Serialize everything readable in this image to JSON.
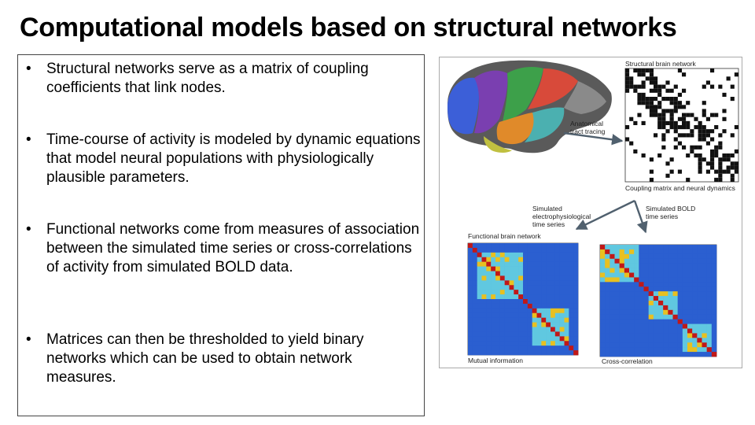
{
  "slide": {
    "title": "Computational models based on structural networks",
    "bullets": [
      "Structural networks serve as a matrix of coupling coefficients that link nodes.",
      "Time-course of activity is modeled by dynamic equations that model neural populations with physiologically plausible parameters.",
      "Functional networks come from measures of association between the simulated time series or cross-correlations of activity from simulated BOLD data.",
      "Matrices can then be thresholded to yield binary networks which can be used to obtain network measures."
    ]
  },
  "figure": {
    "structural_title": "Structural brain network",
    "anatomical_line1": "Anatomical",
    "anatomical_line2": "tract tracing",
    "coupling_caption": "Coupling matrix and neural dynamics",
    "sim_electro_line1": "Simulated",
    "sim_electro_line2": "electrophysiological",
    "sim_electro_line3": "time series",
    "sim_bold_line1": "Simulated BOLD",
    "sim_bold_line2": "time series",
    "functional_title": "Functional brain network",
    "mutual_caption": "Mutual information",
    "cross_caption": "Cross-correlation",
    "colors": {
      "heat_low": "#2b5fd0",
      "heat_mid": "#60c8e0",
      "heat_high": "#e8c020",
      "heat_peak": "#c01818",
      "arrow": "#50606e"
    }
  }
}
